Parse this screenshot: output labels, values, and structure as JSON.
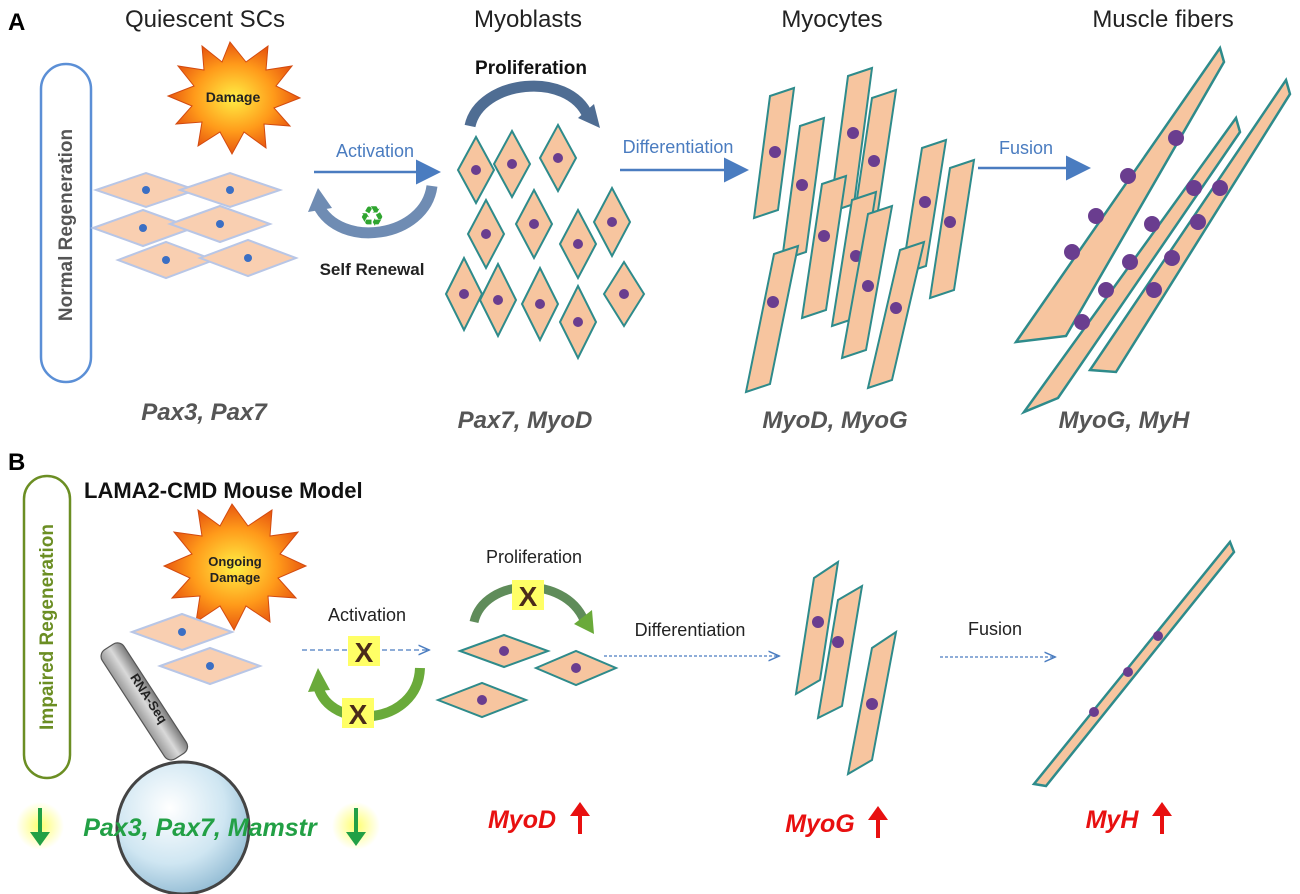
{
  "panel_a": {
    "label": "A",
    "side_label": "Normal Regeneration",
    "stage_titles": [
      "Quiescent SCs",
      "Myoblasts",
      "Myocytes",
      "Muscle fibers"
    ],
    "damage": "Damage",
    "activation": "Activation",
    "self_renewal": "Self Renewal",
    "proliferation": "Proliferation",
    "differentiation": "Differentiation",
    "fusion": "Fusion",
    "markers": [
      "Pax3, Pax7",
      "Pax7, MyoD",
      "MyoD, MyoG",
      "MyoG, MyH"
    ]
  },
  "panel_b": {
    "label": "B",
    "title": "LAMA2-CMD Mouse Model",
    "side_label": "Impaired Regeneration",
    "damage_line1": "Ongoing",
    "damage_line2": "Damage",
    "activation": "Activation",
    "proliferation": "Proliferation",
    "differentiation": "Differentiation",
    "fusion": "Fusion",
    "magnifier": "RNA-Seq",
    "down_markers": "Pax3, Pax7, Mamstr",
    "up_markers": [
      "MyoD",
      "MyoG",
      "MyH"
    ],
    "block_mark": "X"
  },
  "colors": {
    "cell_fill": "#f7c59f",
    "cell_stroke": "#2e8b8b",
    "quiescent_fill": "#f9cfb1",
    "quiescent_stroke": "#b8c6e6",
    "nucleus": "#6a3d8f",
    "small_nucleus": "#3b6fc4",
    "arrow_blue": "#4a7cc0",
    "dark_arrow": "#4f6d93",
    "green_arrow": "#6aaa3a",
    "impaired_green": "#6b8e23",
    "normal_blue": "#4a7cc0",
    "marker_gray": "#555555",
    "up_red": "#e81010",
    "down_green": "#22a045",
    "yellow": "#ffff66"
  }
}
